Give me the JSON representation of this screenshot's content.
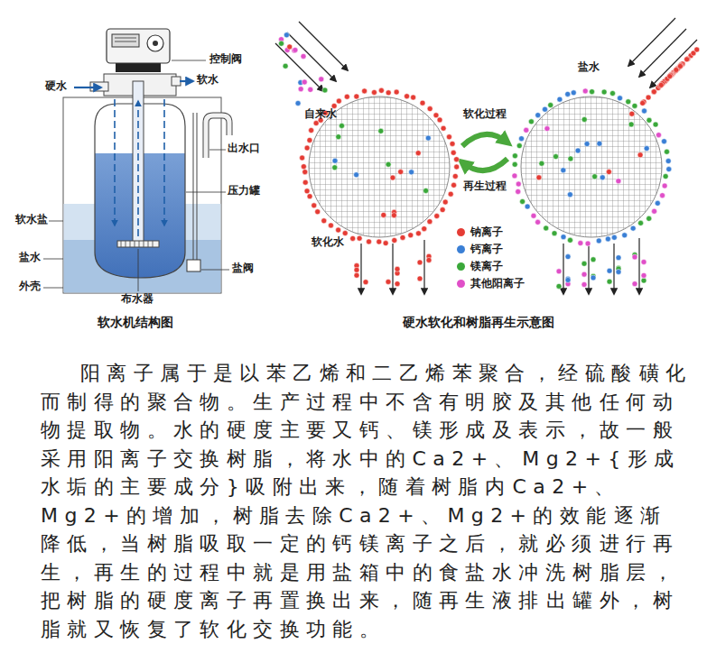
{
  "diagram": {
    "labels": [
      "控制阀",
      "硬水",
      "软水",
      "出水口",
      "压力罐",
      "软水盐",
      "盐水",
      "外壳",
      "布水器",
      "盐阀",
      "软水机结构图",
      "自来水",
      "盐水",
      "软化过程",
      "再生过程",
      "软化水",
      "硬水软化和树脂再生示意图",
      "阳离子属于是以苯乙烯和二乙烯苯聚合，经硫酸 磺化而制得的聚合物。生产过程中不含有明胶及其他 任何动物提取物。水的硬度主要又钙、镁形成及表示 ，故一般采用阳离子交换树脂，将水中的Ca2+、 Mg2+{形成水垢的主要成分}吸附出来，随着树脂内 Ca2+、Mg2+的增加，树脂去除Ca2+、Mg2+的效能 逐渐降低，当树脂吸取一定的钙镁离子之后，就必须 进行再生，再生的过程中就是用盐箱中的食盐水冲洗 树脂层，把树脂的硬度离子再置换出来，随再生液排 出罐外，树脂就又恢复了软化交换功能。"
    ],
    "legend": [
      {
        "text": "钠离子",
        "color": "#e53c35"
      },
      {
        "text": "钙离子",
        "color": "#3a7fd5"
      },
      {
        "text": "镁离子",
        "color": "#3aa83a"
      },
      {
        "text": "其他阳离子",
        "color": "#e04fc8"
      }
    ]
  }
}
